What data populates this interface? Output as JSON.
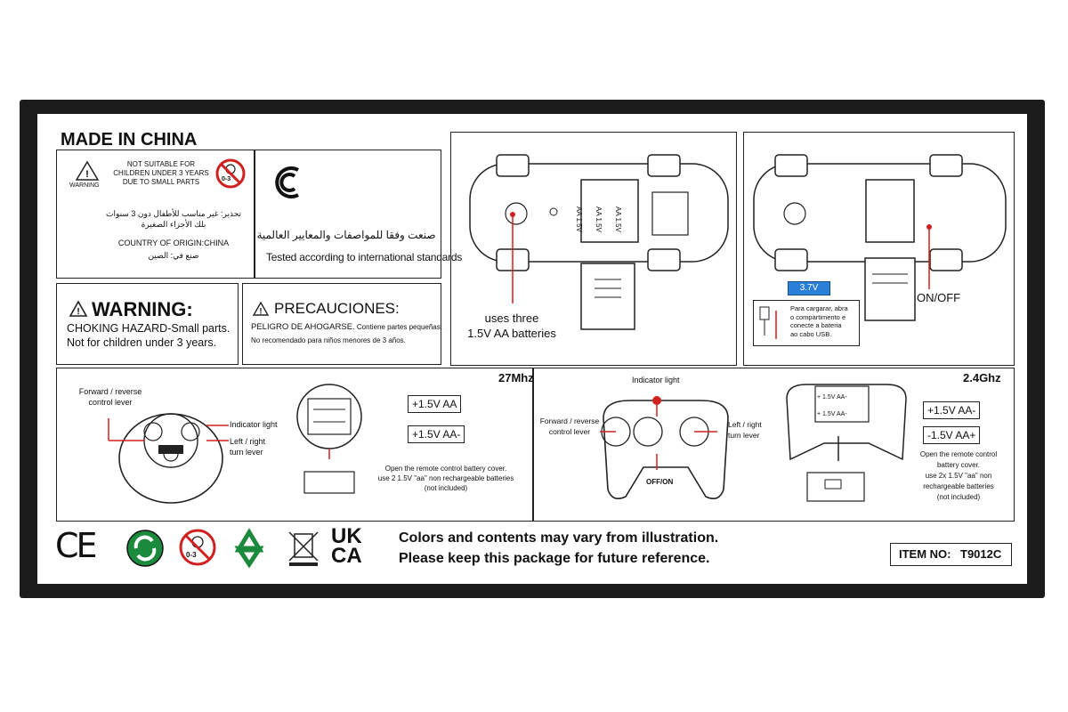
{
  "header": {
    "title": "MADE IN CHINA"
  },
  "age_panel": {
    "warning_label": "WARNING",
    "small_parts_text": "NOT SUITABLE FOR\nCHILDREN UNDER 3 YEARS\nDUE TO SMALL PARTS",
    "age_badge": "0-3",
    "arabic_warning": "تحذير: غير مناسب للأطفال دون 3 سنوات\nبلك الأجزاء الصغيرة",
    "origin": "COUNTRY OF ORIGIN:CHINA",
    "arabic_origin": "صنع في: الصين"
  },
  "tested_panel": {
    "arabic": "صنعت وفقا للمواصفات والمعايير العالمية",
    "english": "Tested according to international standards"
  },
  "warning_panel": {
    "title": "WARNING:",
    "line1": "CHOKING HAZARD-Small parts.",
    "line2": "Not for children under 3 years."
  },
  "precaution_panel": {
    "title": "PRECAUCIONES:",
    "line1_bold": "PELIGRO DE AHOGARSE.",
    "line1_rest": " Contiene partes pequeñas.",
    "line2": "No recomendado para niños menores de 3 años."
  },
  "car_left": {
    "caption": "uses three\n1.5V AA batteries",
    "battery_labels": [
      "AA 1.5V",
      "AA 1.5V",
      "AA 1.5V"
    ]
  },
  "car_right": {
    "voltage": "3.7V",
    "on_off": "ON/OFF",
    "usb_note": "Para cargarar, abra\no compartimento e\nconecte a bateria\nao cabo USB."
  },
  "remote_27": {
    "freq": "27Mhz",
    "fwd_label": "Forward / reverse\ncontrol lever",
    "indicator": "Indicator light",
    "turn": "Left / right\nturn lever",
    "battery1": "+1.5V AA",
    "battery2": "+1.5V AA-",
    "instructions": "Open the remote control battery cover.\nuse 2 1.5V \"aa\" non rechargeable batteries\n(not included)"
  },
  "remote_24": {
    "freq": "2.4Ghz",
    "indicator": "Indicator light",
    "fwd_label": "Forward / reverse\ncontrol lever",
    "turn": "Left / right\nturn lever",
    "off_on": "OFF/ON",
    "battery1": "+1.5V AA-",
    "battery2": "-1.5V AA+",
    "instructions": "Open the remote control\nbattery cover.\nuse 2x 1.5V \"aa\" non\nrechargeable batteries\n(not included)",
    "cover_batteries": [
      "+ 1.5V AA-",
      "+ 1.5V AA-"
    ]
  },
  "footer": {
    "ce": "CE",
    "age_badge": "0-3",
    "ukca": [
      "UK",
      "CA"
    ],
    "notice1": "Colors and contents may vary from illustration.",
    "notice2": "Please keep this package for future reference.",
    "item_label": "ITEM NO:",
    "item_no": "T9012C"
  }
}
